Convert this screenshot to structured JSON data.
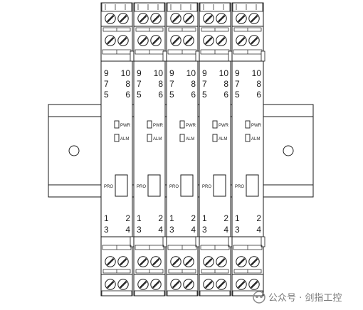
{
  "modules": [
    {
      "top_labels": [
        [
          "9",
          "10"
        ],
        [
          "7",
          "8"
        ],
        [
          "5",
          "6"
        ]
      ],
      "bottom_labels": [
        [
          "1",
          "2"
        ],
        [
          "3",
          "4"
        ]
      ],
      "indicators": [
        {
          "label": "PWR"
        },
        {
          "label": "ALM"
        }
      ],
      "port_label": "PRO"
    },
    {
      "top_labels": [
        [
          "9",
          "10"
        ],
        [
          "7",
          "8"
        ],
        [
          "5",
          "6"
        ]
      ],
      "bottom_labels": [
        [
          "1",
          "2"
        ],
        [
          "3",
          "4"
        ]
      ],
      "indicators": [
        {
          "label": "PWR"
        },
        {
          "label": "ALM"
        }
      ],
      "port_label": "PRO"
    },
    {
      "top_labels": [
        [
          "9",
          "10"
        ],
        [
          "7",
          "8"
        ],
        [
          "5",
          "6"
        ]
      ],
      "bottom_labels": [
        [
          "1",
          "2"
        ],
        [
          "3",
          "4"
        ]
      ],
      "indicators": [
        {
          "label": "PWR"
        },
        {
          "label": "ALM"
        }
      ],
      "port_label": "PRO"
    },
    {
      "top_labels": [
        [
          "9",
          "10"
        ],
        [
          "7",
          "8"
        ],
        [
          "5",
          "6"
        ]
      ],
      "bottom_labels": [
        [
          "1",
          "2"
        ],
        [
          "3",
          "4"
        ]
      ],
      "indicators": [
        {
          "label": "PWR"
        },
        {
          "label": "ALM"
        }
      ],
      "port_label": "PRO"
    },
    {
      "top_labels": [
        [
          "9",
          "10"
        ],
        [
          "7",
          "8"
        ],
        [
          "5",
          "6"
        ]
      ],
      "bottom_labels": [
        [
          "1",
          "2"
        ],
        [
          "3",
          "4"
        ]
      ],
      "indicators": [
        {
          "label": "PWR"
        },
        {
          "label": "ALM"
        }
      ],
      "port_label": "PRO"
    }
  ],
  "watermark": {
    "text": "公众号 · 剑指工控"
  },
  "colors": {
    "line": "#1a1a1a",
    "background": "#ffffff",
    "watermark": "#7a7a7a"
  }
}
